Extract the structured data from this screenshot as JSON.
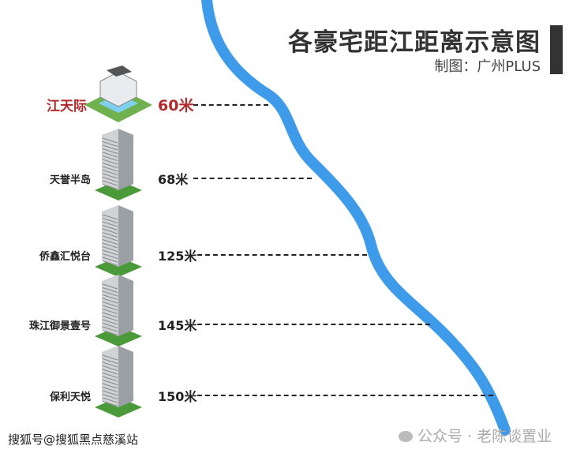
{
  "title": "各豪宅距江距离示意图",
  "subtitle": "制图：广州PLUS",
  "colors": {
    "river": "#3d9be9",
    "highlight": "#b22a2a"
  },
  "rows": [
    {
      "name": "江天际",
      "distance": "60米",
      "highlight": true,
      "type": "villa"
    },
    {
      "name": "天誉半岛",
      "distance": "68米",
      "highlight": false,
      "type": "tower"
    },
    {
      "name": "侨鑫汇悦台",
      "distance": "125米",
      "highlight": false,
      "type": "tower"
    },
    {
      "name": "珠江御景壹号",
      "distance": "145米",
      "highlight": false,
      "type": "tower"
    },
    {
      "name": "保利天悦",
      "distance": "150米",
      "highlight": false,
      "type": "tower"
    }
  ],
  "watermark_left": "搜狐号@搜狐黑点慈溪站",
  "watermark_right": "公众号 · 老陈谈置业"
}
